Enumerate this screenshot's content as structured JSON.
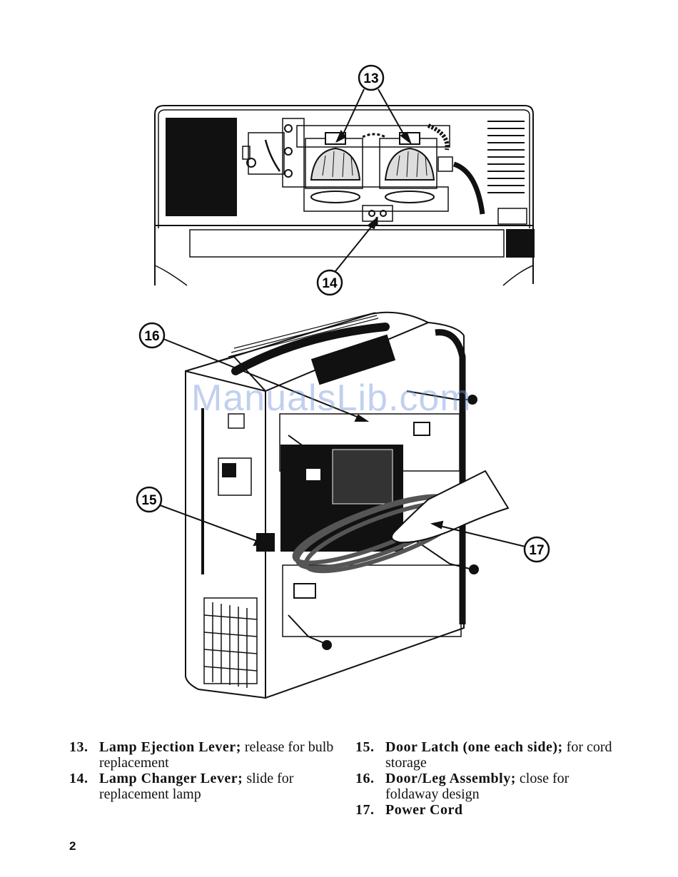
{
  "watermark": "ManualsLib.com",
  "callouts": {
    "c13": "13",
    "c14": "14",
    "c15": "15",
    "c16": "16",
    "c17": "17"
  },
  "legend": [
    {
      "num": "13.",
      "term": "Lamp Ejection Lever;",
      "desc": " release for bulb replacement"
    },
    {
      "num": "14.",
      "term": "Lamp Changer Lever;",
      "desc": " slide for replacement lamp"
    },
    {
      "num": "15.",
      "term": "Door Latch (one each side);",
      "desc": " for cord storage"
    },
    {
      "num": "16.",
      "term": "Door/Leg Assembly;",
      "desc": " close for foldaway design"
    },
    {
      "num": "17.",
      "term": "Power Cord",
      "desc": ""
    }
  ],
  "page_number": "2"
}
